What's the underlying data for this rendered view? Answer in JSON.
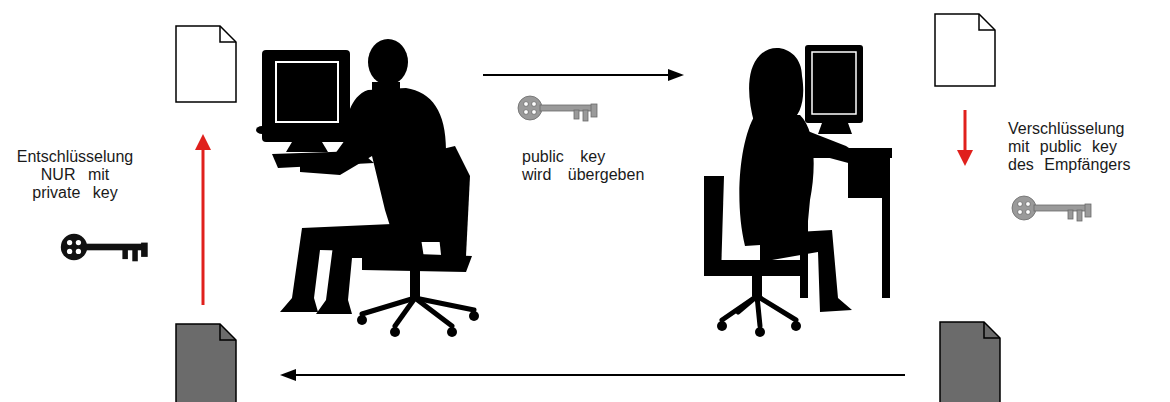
{
  "diagram": {
    "labels": [
      "Entschlüsselung NUR mit private key",
      "public key wird übergeben",
      "Verschlüsselung mit public key des Empfängers"
    ]
  }
}
